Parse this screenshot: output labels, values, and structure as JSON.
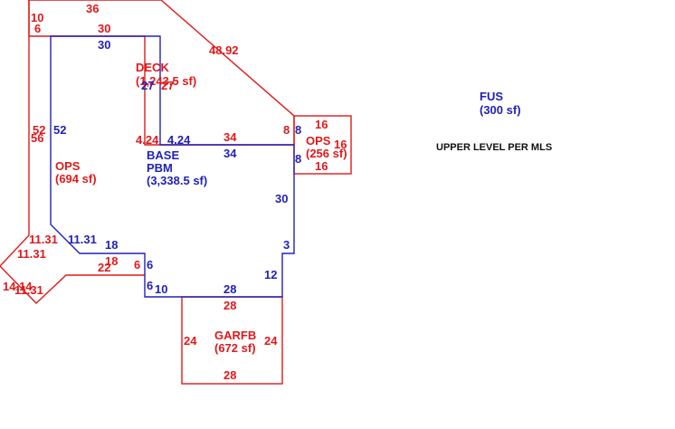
{
  "colors": {
    "red": "#e0191b",
    "blue": "#2222b8",
    "black": "#111111"
  },
  "note": "UPPER LEVEL PER MLS",
  "areas": {
    "deck": {
      "name": "DECK",
      "area": "(1,243.5 sf)"
    },
    "ops_main": {
      "name": "OPS",
      "area": "(694 sf)"
    },
    "ops_right": {
      "name": "OPS",
      "area": "(256 sf)"
    },
    "base": {
      "name1": "BASE",
      "name2": "PBM",
      "area": "(3,338.5 sf)"
    },
    "garage": {
      "name": "GARFB",
      "area": "(672 sf)"
    },
    "fus": {
      "name": "FUS",
      "area": "(300 sf)"
    }
  },
  "dims_red": {
    "d10": "10",
    "d36": "36",
    "d6a": "6",
    "d30": "30",
    "d48": "48.92",
    "d27": "27",
    "d52": "52",
    "d56": "56",
    "d424": "4.24",
    "d34": "34",
    "d8a": "8",
    "d16a": "16",
    "d16b": "16",
    "d16c": "16",
    "d1131a": "11.31",
    "d1131b": "11.31",
    "d1131c": "11.31",
    "d1414": "14.14",
    "d22": "22",
    "d18": "18",
    "d6b": "6",
    "d28a": "28",
    "d24a": "24",
    "d24b": "24",
    "d28b": "28"
  },
  "dims_blue": {
    "b30": "30",
    "b27": "27",
    "b52": "52",
    "b424": "4.24",
    "b34": "34",
    "b8a": "8",
    "b8b": "8",
    "b30b": "30",
    "b3": "3",
    "b12": "12",
    "b1131": "11.31",
    "b18": "18",
    "b6a": "6",
    "b6b": "6",
    "b10": "10",
    "b28": "28"
  }
}
